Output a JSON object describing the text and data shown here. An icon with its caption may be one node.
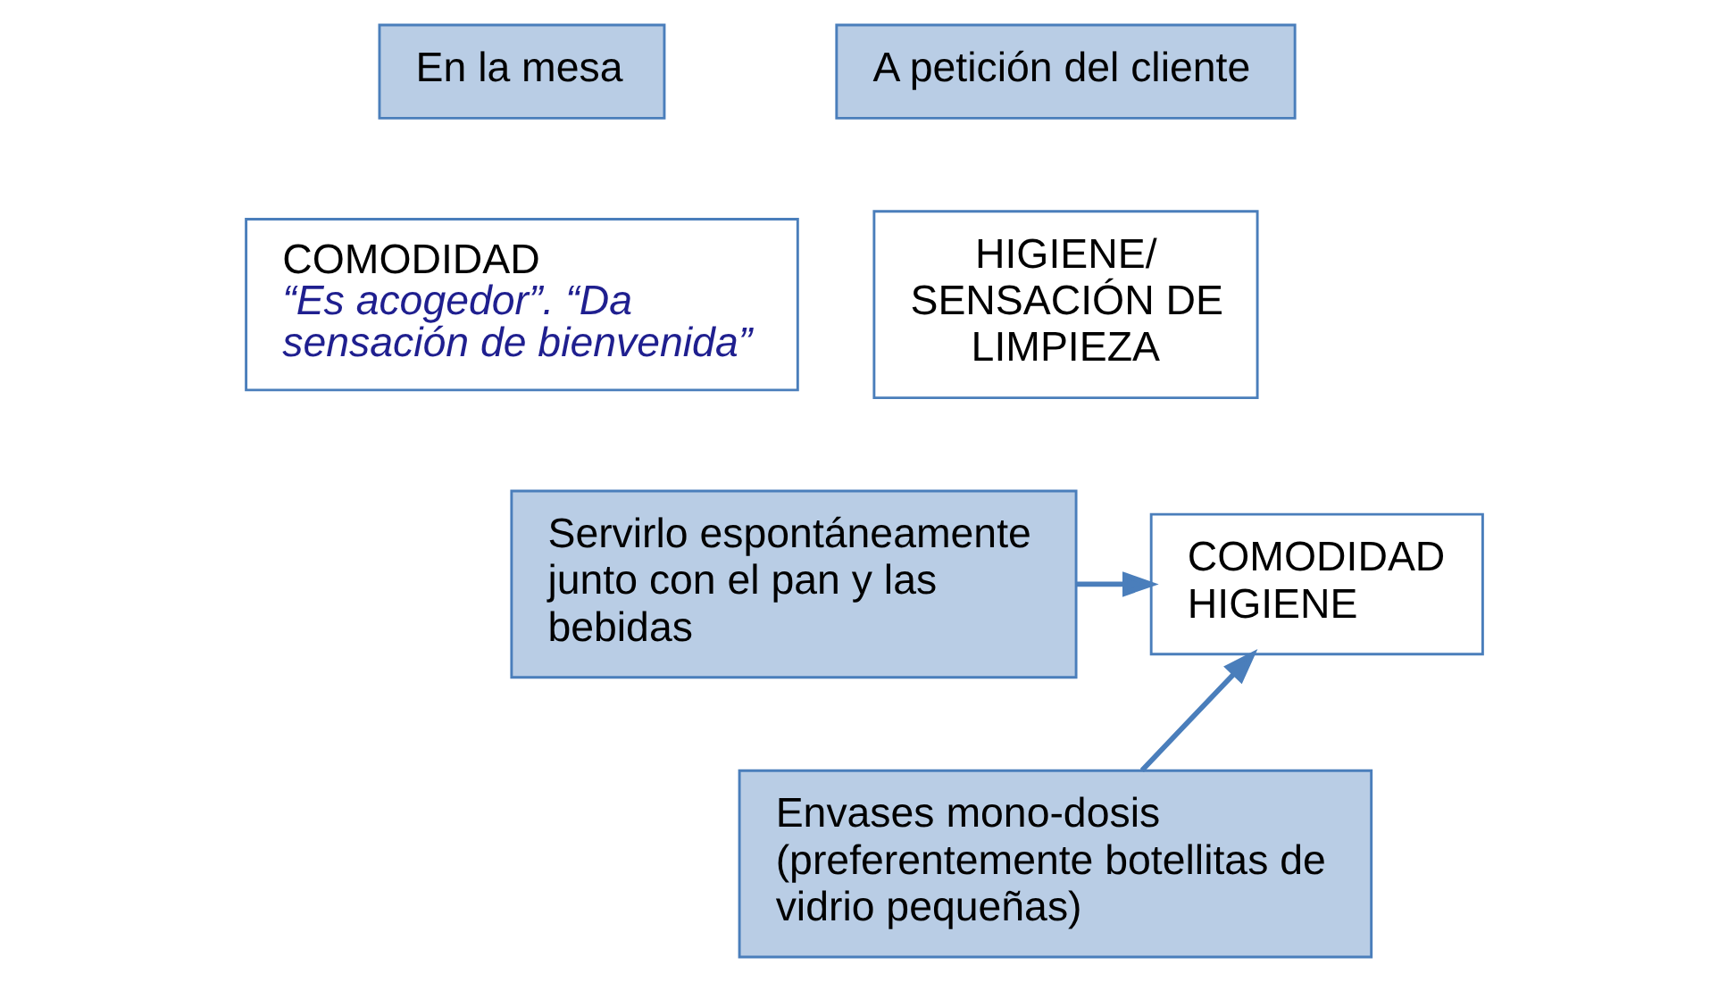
{
  "diagram": {
    "nodes": [
      {
        "text": [
          "En la mesa"
        ]
      },
      {
        "text": [
          "A petición del cliente"
        ]
      },
      {
        "text": [
          "COMODIDAD",
          "“Es acogedor”. “Da sensación de bienvenida”"
        ]
      },
      {
        "text": [
          "HIGIENE/ SENSACIÓN DE LIMPIEZA"
        ]
      },
      {
        "text": [
          "Servirlo espontáneamente junto con el pan y las bebidas"
        ]
      },
      {
        "text": [
          "Envases mono-dosis (preferentemente botellitas de vidrio pequeñas)"
        ]
      },
      {
        "text": [
          "COMODIDAD",
          "HIGIENE"
        ]
      }
    ],
    "edges": [
      {
        "from": 4,
        "to": 6,
        "arrow": "to"
      },
      {
        "from": 5,
        "to": 6,
        "arrow": "to"
      }
    ]
  }
}
